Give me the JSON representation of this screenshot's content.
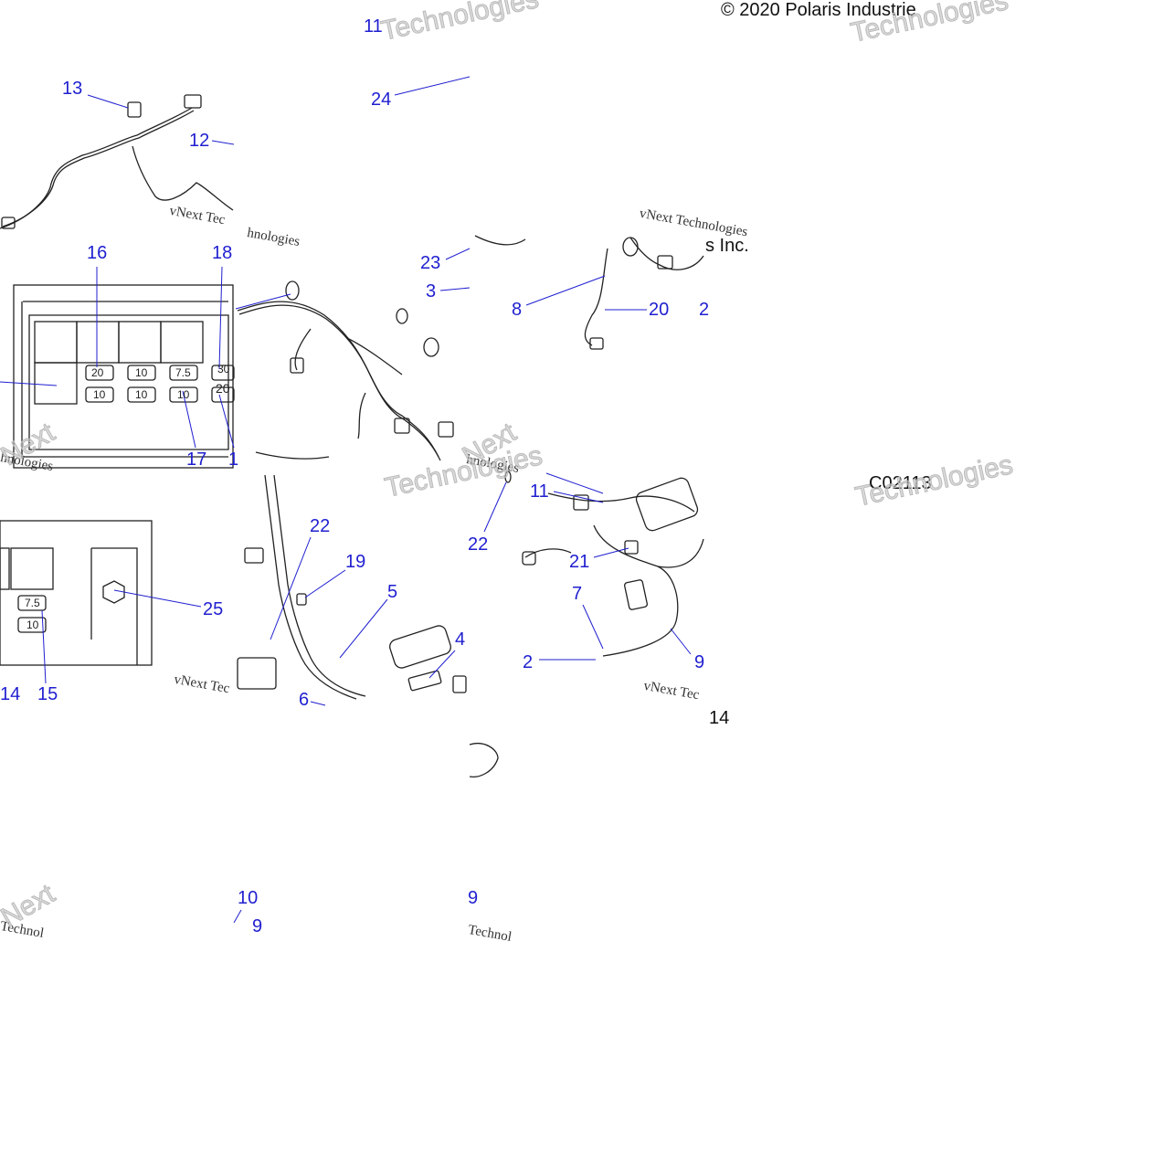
{
  "copyright": "© 2020 Polaris Industrie",
  "figure_code": "C02113",
  "fragment_text": "s Inc.",
  "watermarks": {
    "vnext_te": "vNext Tec",
    "vnext_tech": "vNext Technologies",
    "hnologies": "hnologies",
    "technologies_big": "Technologies",
    "next_big": "Next",
    "technol": "Technol"
  },
  "fuse_ratings": [
    "20",
    "10",
    "7.5",
    "30",
    "10",
    "10",
    "10",
    "20",
    "7.5",
    "10"
  ],
  "callouts": [
    "11",
    "24",
    "13",
    "12",
    "16",
    "18",
    "23",
    "3",
    "8",
    "20",
    "2",
    "17",
    "1",
    "22",
    "19",
    "5",
    "4",
    "25",
    "15",
    "14",
    "6",
    "11",
    "21",
    "7",
    "2",
    "9",
    "14",
    "10",
    "9",
    "9",
    "22"
  ],
  "colors": {
    "callout": "#1f1fd0",
    "line": "#222222",
    "watermark": "#bbbbbb"
  }
}
